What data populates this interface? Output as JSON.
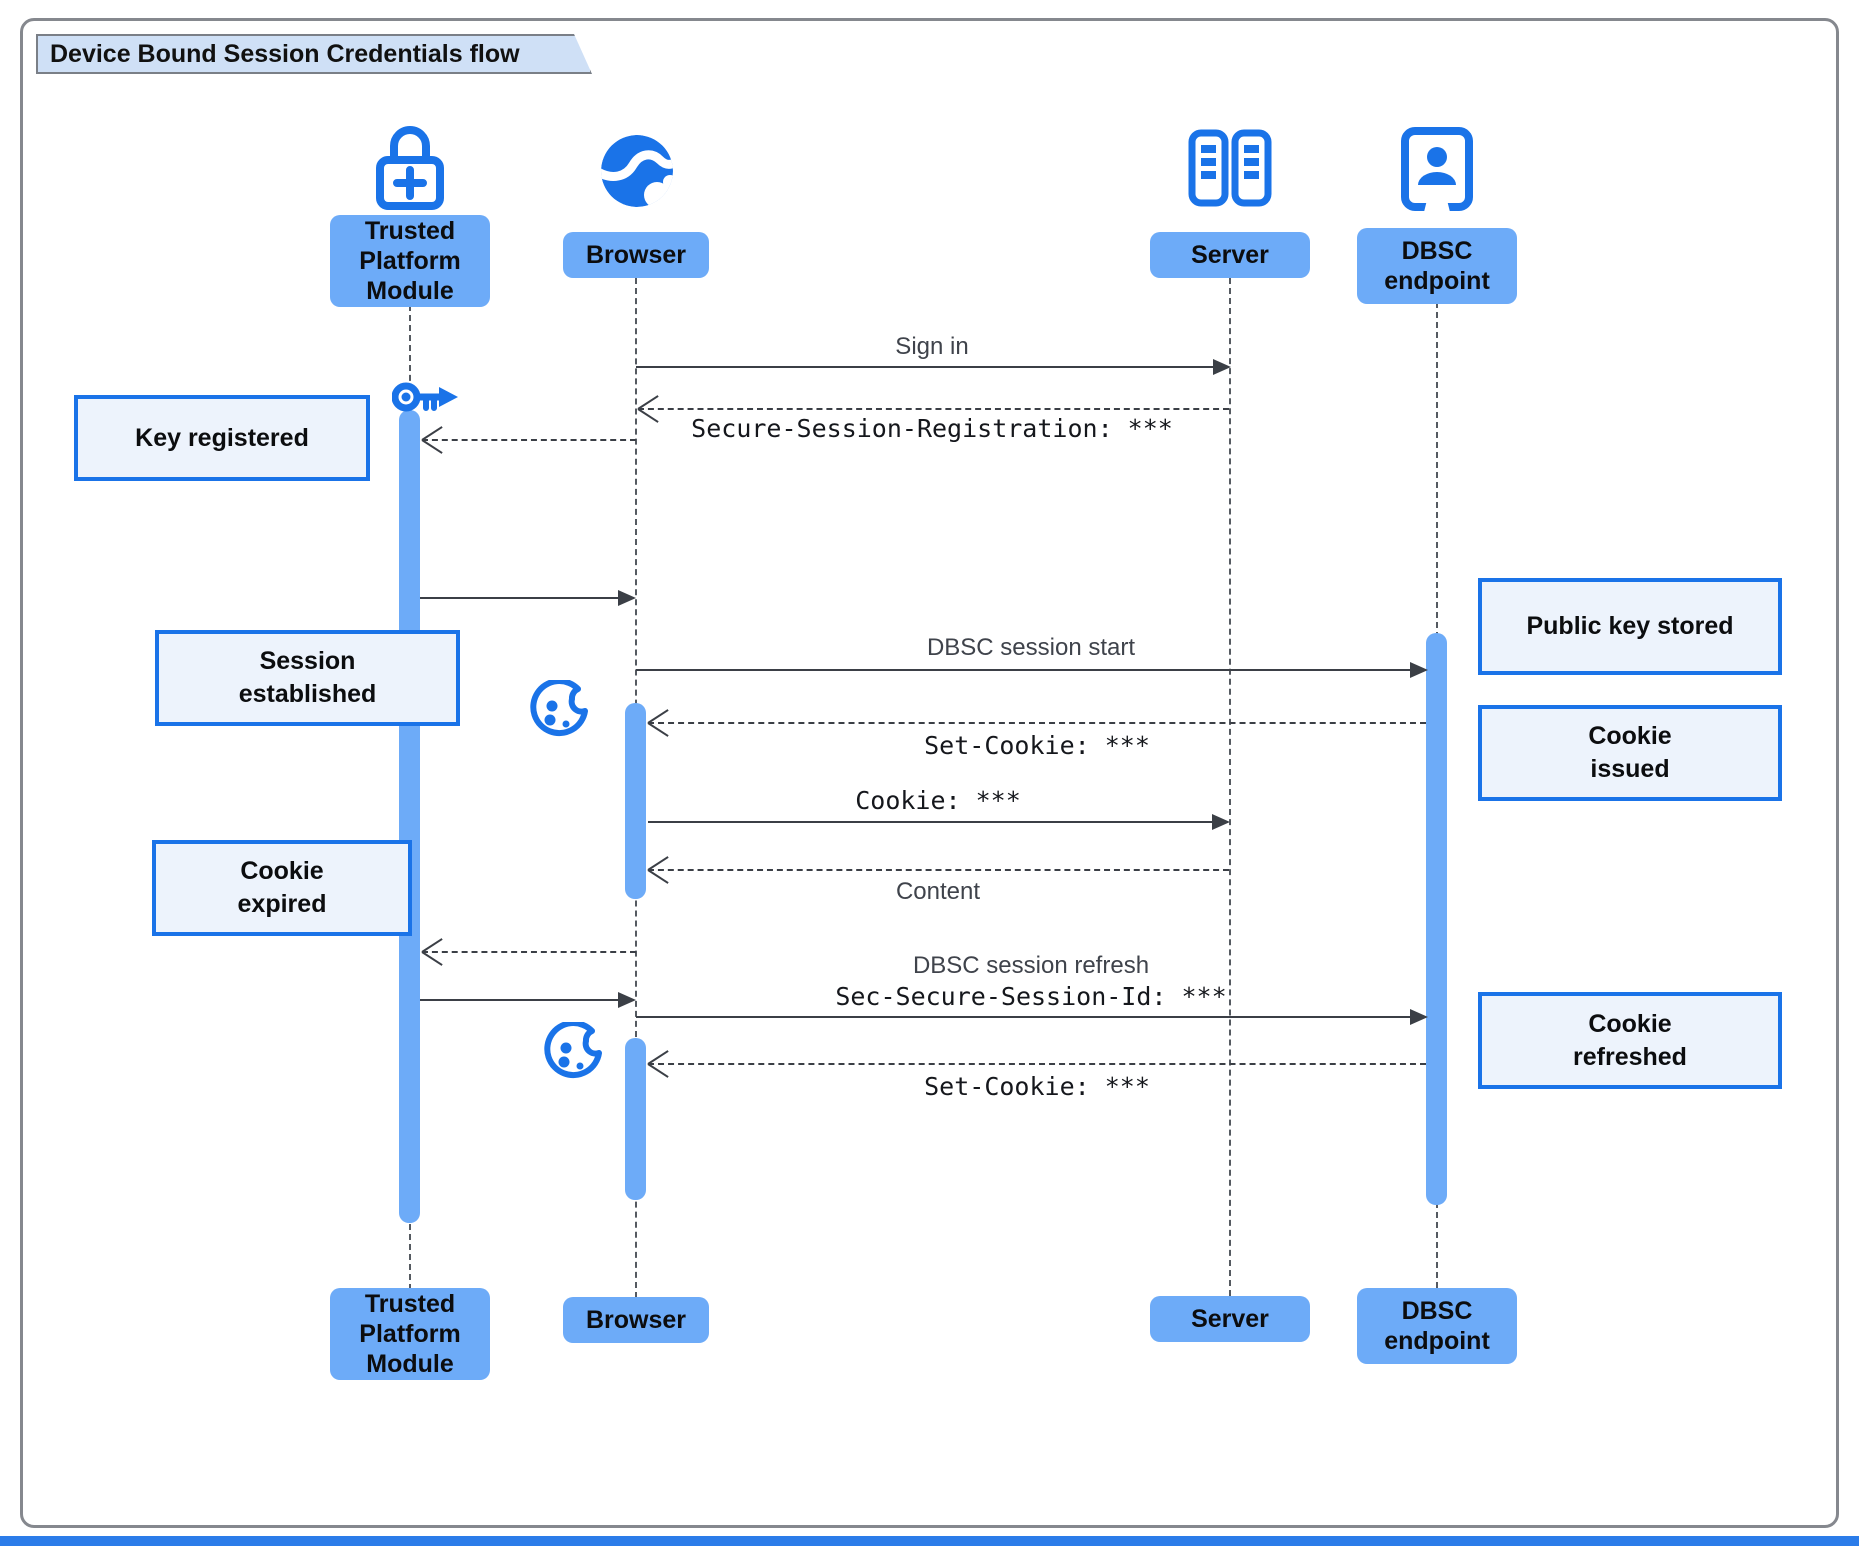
{
  "title": "Device Bound Session Credentials flow",
  "actors": [
    {
      "label": "Trusted\nPlatform\nModule",
      "icon": "tpm-lock-icon"
    },
    {
      "label": "Browser",
      "icon": "globe-icon"
    },
    {
      "label": "Server",
      "icon": "server-icon"
    },
    {
      "label": "DBSC\nendpoint",
      "icon": "endpoint-icon"
    }
  ],
  "messages": {
    "sign_in": "Sign in",
    "session_registration": "Secure-Session-Registration: ***",
    "dbsc_session_start": "DBSC session start",
    "set_cookie_1": "Set-Cookie: ***",
    "cookie": "Cookie: ***",
    "content": "Content",
    "dbsc_session_refresh": "DBSC session refresh",
    "session_id": "Sec-Secure-Session-Id: ***",
    "set_cookie_2": "Set-Cookie: ***"
  },
  "notes": {
    "key_registered": "Key registered",
    "session_established": "Session\nestablished",
    "cookie_expired": "Cookie\nexpired",
    "public_key_stored": "Public key stored",
    "cookie_issued": "Cookie\nissued",
    "cookie_refreshed": "Cookie\nrefreshed"
  },
  "colors": {
    "accent": "#1a73e8",
    "actor_fill": "#6dabf8",
    "note_fill": "#edf3fc",
    "note_border": "#1a73e8",
    "title_fill": "#cfe0f6",
    "line": "#3b3f46"
  }
}
